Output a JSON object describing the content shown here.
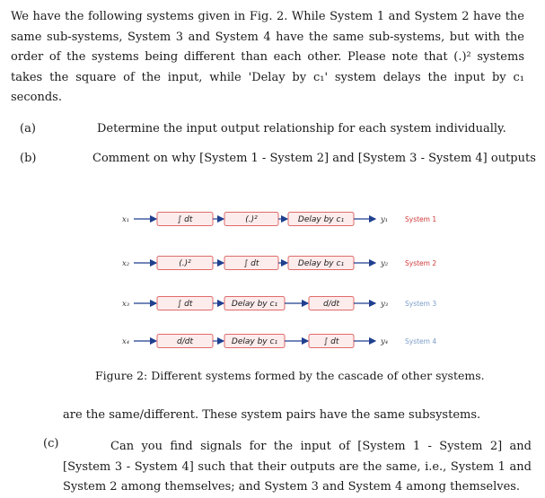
{
  "intro": {
    "text": "We have the following systems given in Fig. 2. While System 1 and System 2 have the same sub-systems, System 3 and System 4 have the same sub-systems, but with the order of the systems being different than each other. Please note that (.)² systems takes the square of the input, while 'Delay by c₁' system delays the input by c₁ seconds."
  },
  "questions": {
    "a": {
      "label": "(a)",
      "text": "Determine the input output relationship for each system individually."
    },
    "b": {
      "label": "(b)",
      "text": "Comment on why [System 1 - System 2] and [System 3 - System 4] outputs"
    },
    "b_cont": "are the same/different. These system pairs have the same subsystems.",
    "c": {
      "label": "(c)",
      "text": "Can you find signals for the input of [System 1 - System 2] and [System 3 - System 4] such that their outputs are the same, i.e., System 1 and System 2 among themselves; and System 3 and System 4 among themselves."
    }
  },
  "figure": {
    "caption": "Figure 2: Different systems formed by the cascade of other systems.",
    "colors": {
      "box_fill": "#fdecec",
      "box_stroke": "#e06a6a",
      "line": "#1f3f8f",
      "red_label": "#d03a3a",
      "blue_label": "#7a9cc8"
    },
    "rows": [
      {
        "input": "x₁",
        "output": "y₁",
        "system": "System 1",
        "blocks": [
          "∫ dt",
          "(.)²",
          "Delay by c₁"
        ],
        "label_color": "#d03a3a"
      },
      {
        "input": "x₂",
        "output": "y₂",
        "system": "System 2",
        "blocks": [
          "(.)²",
          "∫ dt",
          "Delay by c₁"
        ],
        "label_color": "#d03a3a"
      },
      {
        "input": "x₃",
        "output": "y₃",
        "system": "System 3",
        "blocks": [
          "∫ dt",
          "Delay by c₁",
          "d/dt"
        ],
        "label_color": "#7a9cc8"
      },
      {
        "input": "x₄",
        "output": "y₄",
        "system": "System 4",
        "blocks": [
          "d/dt",
          "Delay by c₁",
          "∫ dt"
        ],
        "label_color": "#7a9cc8"
      }
    ]
  }
}
